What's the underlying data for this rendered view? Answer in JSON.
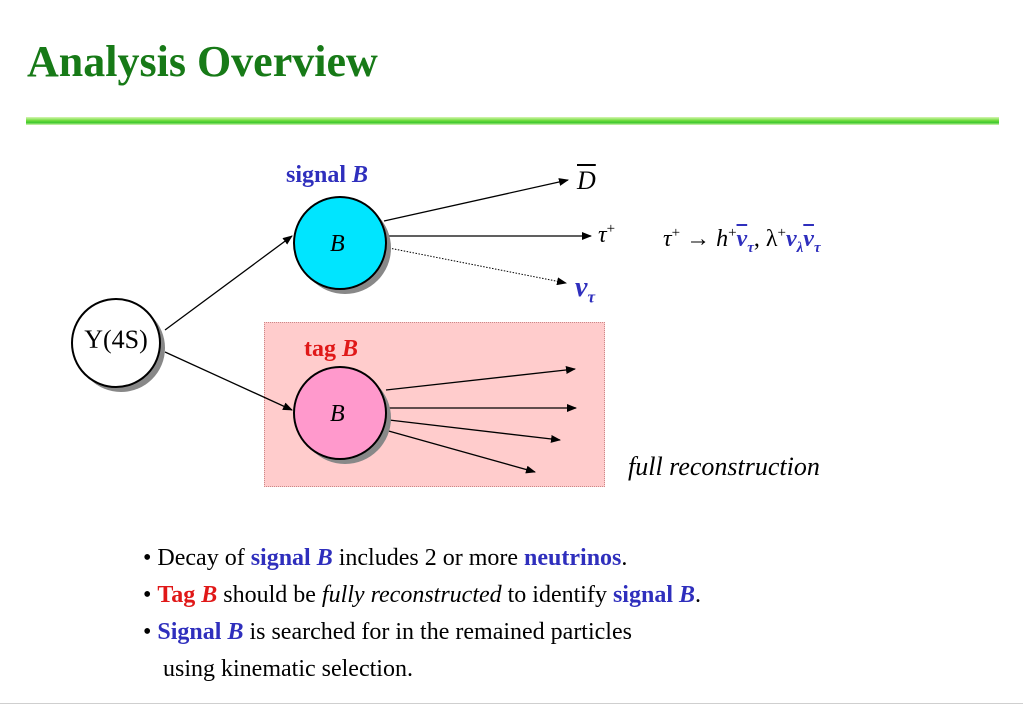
{
  "title": "Analysis Overview",
  "diagram": {
    "upsilon_label": "Υ(4S)",
    "signal_b_word": "signal",
    "signal_b_letter": "B",
    "tag_b_word": "tag",
    "tag_b_letter": "B",
    "signal_node_label": "B",
    "tag_node_label": "B",
    "dbar_label": "D",
    "tau_label": "τ",
    "tau_sup": "+",
    "nu_tau_label": "ν",
    "nu_tau_sub": "τ",
    "decay_formula": {
      "tau": "τ",
      "tau_sup": "+",
      "arrow": "→",
      "h": "h",
      "h_sup": "+",
      "nu": "ν",
      "nu_sub": "τ",
      "comma": ",",
      "lambda": "λ",
      "lambda_sup": "+",
      "nu2": "ν",
      "nu2_sub": "λ",
      "nu3": "ν",
      "nu3_sub": "τ"
    },
    "full_reco_label": "full reconstruction",
    "colors": {
      "signal_node": "#00e5ff",
      "tag_node": "#ff99cc",
      "tag_box": "#ffcccc",
      "title": "#177a17",
      "blue": "#2f2fbd",
      "red": "#e01818"
    }
  },
  "bullets": [
    {
      "bullet": "•",
      "p1": "Decay of",
      "p2": "signal",
      "p3": "B",
      "p4": "includes 2 or more",
      "p5": "neutrinos",
      "p6": "."
    },
    {
      "bullet": "•",
      "p1": "Tag",
      "p2": "B",
      "p3": "should be",
      "p4": "fully reconstructed",
      "p5": "to identify",
      "p6": "signal",
      "p7": "B",
      "p8": "."
    },
    {
      "bullet": "•",
      "p1": "Signal",
      "p2": "B",
      "p3": "is searched for in the remained particles",
      "line2": "using kinematic selection."
    }
  ]
}
